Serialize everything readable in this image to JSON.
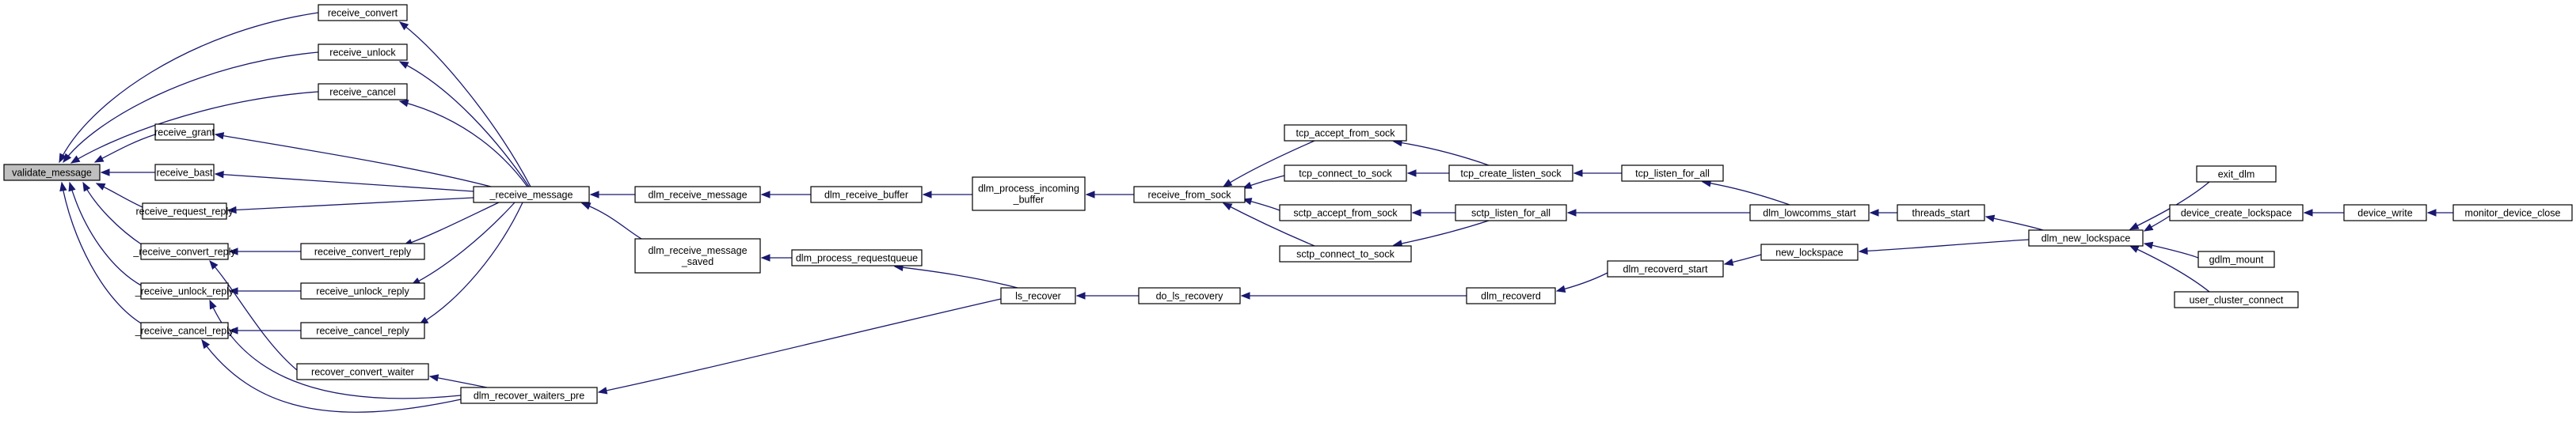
{
  "graph": {
    "nodes": [
      {
        "id": "validate_message",
        "lines": [
          "validate_message"
        ],
        "highlight": true
      },
      {
        "id": "receive_convert",
        "lines": [
          "receive_convert"
        ]
      },
      {
        "id": "receive_unlock",
        "lines": [
          "receive_unlock"
        ]
      },
      {
        "id": "receive_cancel",
        "lines": [
          "receive_cancel"
        ]
      },
      {
        "id": "receive_grant",
        "lines": [
          "receive_grant"
        ]
      },
      {
        "id": "receive_bast",
        "lines": [
          "receive_bast"
        ]
      },
      {
        "id": "receive_request_reply",
        "lines": [
          "receive_request_reply"
        ]
      },
      {
        "id": "_receive_convert_reply",
        "lines": [
          "_receive_convert_reply"
        ]
      },
      {
        "id": "_receive_unlock_reply",
        "lines": [
          "_receive_unlock_reply"
        ]
      },
      {
        "id": "_receive_cancel_reply",
        "lines": [
          "_receive_cancel_reply"
        ]
      },
      {
        "id": "receive_convert_reply",
        "lines": [
          "receive_convert_reply"
        ]
      },
      {
        "id": "receive_unlock_reply",
        "lines": [
          "receive_unlock_reply"
        ]
      },
      {
        "id": "receive_cancel_reply",
        "lines": [
          "receive_cancel_reply"
        ]
      },
      {
        "id": "recover_convert_waiter",
        "lines": [
          "recover_convert_waiter"
        ]
      },
      {
        "id": "_receive_message",
        "lines": [
          "_receive_message"
        ]
      },
      {
        "id": "dlm_recover_waiters_pre",
        "lines": [
          "dlm_recover_waiters_pre"
        ]
      },
      {
        "id": "dlm_receive_message",
        "lines": [
          "dlm_receive_message"
        ]
      },
      {
        "id": "dlm_receive_message_saved",
        "lines": [
          "dlm_receive_message",
          "_saved"
        ]
      },
      {
        "id": "dlm_receive_buffer",
        "lines": [
          "dlm_receive_buffer"
        ]
      },
      {
        "id": "dlm_process_requestqueue",
        "lines": [
          "dlm_process_requestqueue"
        ]
      },
      {
        "id": "dlm_process_incoming_buffer",
        "lines": [
          "dlm_process_incoming",
          "_buffer"
        ]
      },
      {
        "id": "ls_recover",
        "lines": [
          "ls_recover"
        ]
      },
      {
        "id": "receive_from_sock",
        "lines": [
          "receive_from_sock"
        ]
      },
      {
        "id": "do_ls_recovery",
        "lines": [
          "do_ls_recovery"
        ]
      },
      {
        "id": "tcp_accept_from_sock",
        "lines": [
          "tcp_accept_from_sock"
        ]
      },
      {
        "id": "tcp_connect_to_sock",
        "lines": [
          "tcp_connect_to_sock"
        ]
      },
      {
        "id": "sctp_accept_from_sock",
        "lines": [
          "sctp_accept_from_sock"
        ]
      },
      {
        "id": "sctp_connect_to_sock",
        "lines": [
          "sctp_connect_to_sock"
        ]
      },
      {
        "id": "tcp_create_listen_sock",
        "lines": [
          "tcp_create_listen_sock"
        ]
      },
      {
        "id": "sctp_listen_for_all",
        "lines": [
          "sctp_listen_for_all"
        ]
      },
      {
        "id": "dlm_recoverd",
        "lines": [
          "dlm_recoverd"
        ]
      },
      {
        "id": "tcp_listen_for_all",
        "lines": [
          "tcp_listen_for_all"
        ]
      },
      {
        "id": "dlm_recoverd_start",
        "lines": [
          "dlm_recoverd_start"
        ]
      },
      {
        "id": "dlm_lowcomms_start",
        "lines": [
          "dlm_lowcomms_start"
        ]
      },
      {
        "id": "new_lockspace",
        "lines": [
          "new_lockspace"
        ]
      },
      {
        "id": "threads_start",
        "lines": [
          "threads_start"
        ]
      },
      {
        "id": "dlm_new_lockspace",
        "lines": [
          "dlm_new_lockspace"
        ]
      },
      {
        "id": "exit_dlm",
        "lines": [
          "exit_dlm"
        ]
      },
      {
        "id": "device_create_lockspace",
        "lines": [
          "device_create_lockspace"
        ]
      },
      {
        "id": "gdlm_mount",
        "lines": [
          "gdlm_mount"
        ]
      },
      {
        "id": "user_cluster_connect",
        "lines": [
          "user_cluster_connect"
        ]
      },
      {
        "id": "device_write",
        "lines": [
          "device_write"
        ]
      },
      {
        "id": "monitor_device_close",
        "lines": [
          "monitor_device_close"
        ]
      }
    ],
    "edges": [
      [
        "receive_convert",
        "validate_message"
      ],
      [
        "receive_unlock",
        "validate_message"
      ],
      [
        "receive_cancel",
        "validate_message"
      ],
      [
        "receive_grant",
        "validate_message"
      ],
      [
        "receive_bast",
        "validate_message"
      ],
      [
        "receive_request_reply",
        "validate_message"
      ],
      [
        "_receive_convert_reply",
        "validate_message"
      ],
      [
        "_receive_unlock_reply",
        "validate_message"
      ],
      [
        "_receive_cancel_reply",
        "validate_message"
      ],
      [
        "_receive_message",
        "receive_convert"
      ],
      [
        "_receive_message",
        "receive_unlock"
      ],
      [
        "_receive_message",
        "receive_cancel"
      ],
      [
        "_receive_message",
        "receive_grant"
      ],
      [
        "_receive_message",
        "receive_bast"
      ],
      [
        "_receive_message",
        "receive_request_reply"
      ],
      [
        "receive_convert_reply",
        "_receive_convert_reply"
      ],
      [
        "recover_convert_waiter",
        "_receive_convert_reply"
      ],
      [
        "receive_unlock_reply",
        "_receive_unlock_reply"
      ],
      [
        "dlm_recover_waiters_pre",
        "_receive_unlock_reply"
      ],
      [
        "receive_cancel_reply",
        "_receive_cancel_reply"
      ],
      [
        "dlm_recover_waiters_pre",
        "_receive_cancel_reply"
      ],
      [
        "_receive_message",
        "receive_convert_reply"
      ],
      [
        "_receive_message",
        "receive_unlock_reply"
      ],
      [
        "_receive_message",
        "receive_cancel_reply"
      ],
      [
        "dlm_recover_waiters_pre",
        "recover_convert_waiter"
      ],
      [
        "dlm_receive_message",
        "_receive_message"
      ],
      [
        "dlm_receive_message_saved",
        "_receive_message"
      ],
      [
        "ls_recover",
        "dlm_recover_waiters_pre"
      ],
      [
        "dlm_receive_buffer",
        "dlm_receive_message"
      ],
      [
        "dlm_process_requestqueue",
        "dlm_receive_message_saved"
      ],
      [
        "dlm_process_incoming_buffer",
        "dlm_receive_buffer"
      ],
      [
        "ls_recover",
        "dlm_process_requestqueue"
      ],
      [
        "receive_from_sock",
        "dlm_process_incoming_buffer"
      ],
      [
        "do_ls_recovery",
        "ls_recover"
      ],
      [
        "tcp_accept_from_sock",
        "receive_from_sock"
      ],
      [
        "tcp_connect_to_sock",
        "receive_from_sock"
      ],
      [
        "sctp_accept_from_sock",
        "receive_from_sock"
      ],
      [
        "sctp_connect_to_sock",
        "receive_from_sock"
      ],
      [
        "dlm_recoverd",
        "do_ls_recovery"
      ],
      [
        "tcp_create_listen_sock",
        "tcp_accept_from_sock"
      ],
      [
        "tcp_create_listen_sock",
        "tcp_connect_to_sock"
      ],
      [
        "sctp_listen_for_all",
        "sctp_accept_from_sock"
      ],
      [
        "sctp_listen_for_all",
        "sctp_connect_to_sock"
      ],
      [
        "tcp_listen_for_all",
        "tcp_create_listen_sock"
      ],
      [
        "dlm_lowcomms_start",
        "tcp_listen_for_all"
      ],
      [
        "dlm_lowcomms_start",
        "sctp_listen_for_all"
      ],
      [
        "dlm_recoverd_start",
        "dlm_recoverd"
      ],
      [
        "new_lockspace",
        "dlm_recoverd_start"
      ],
      [
        "threads_start",
        "dlm_lowcomms_start"
      ],
      [
        "dlm_new_lockspace",
        "threads_start"
      ],
      [
        "dlm_new_lockspace",
        "new_lockspace"
      ],
      [
        "exit_dlm",
        "dlm_new_lockspace"
      ],
      [
        "device_create_lockspace",
        "dlm_new_lockspace"
      ],
      [
        "gdlm_mount",
        "dlm_new_lockspace"
      ],
      [
        "user_cluster_connect",
        "dlm_new_lockspace"
      ],
      [
        "device_write",
        "device_create_lockspace"
      ],
      [
        "monitor_device_close",
        "device_write"
      ]
    ]
  }
}
